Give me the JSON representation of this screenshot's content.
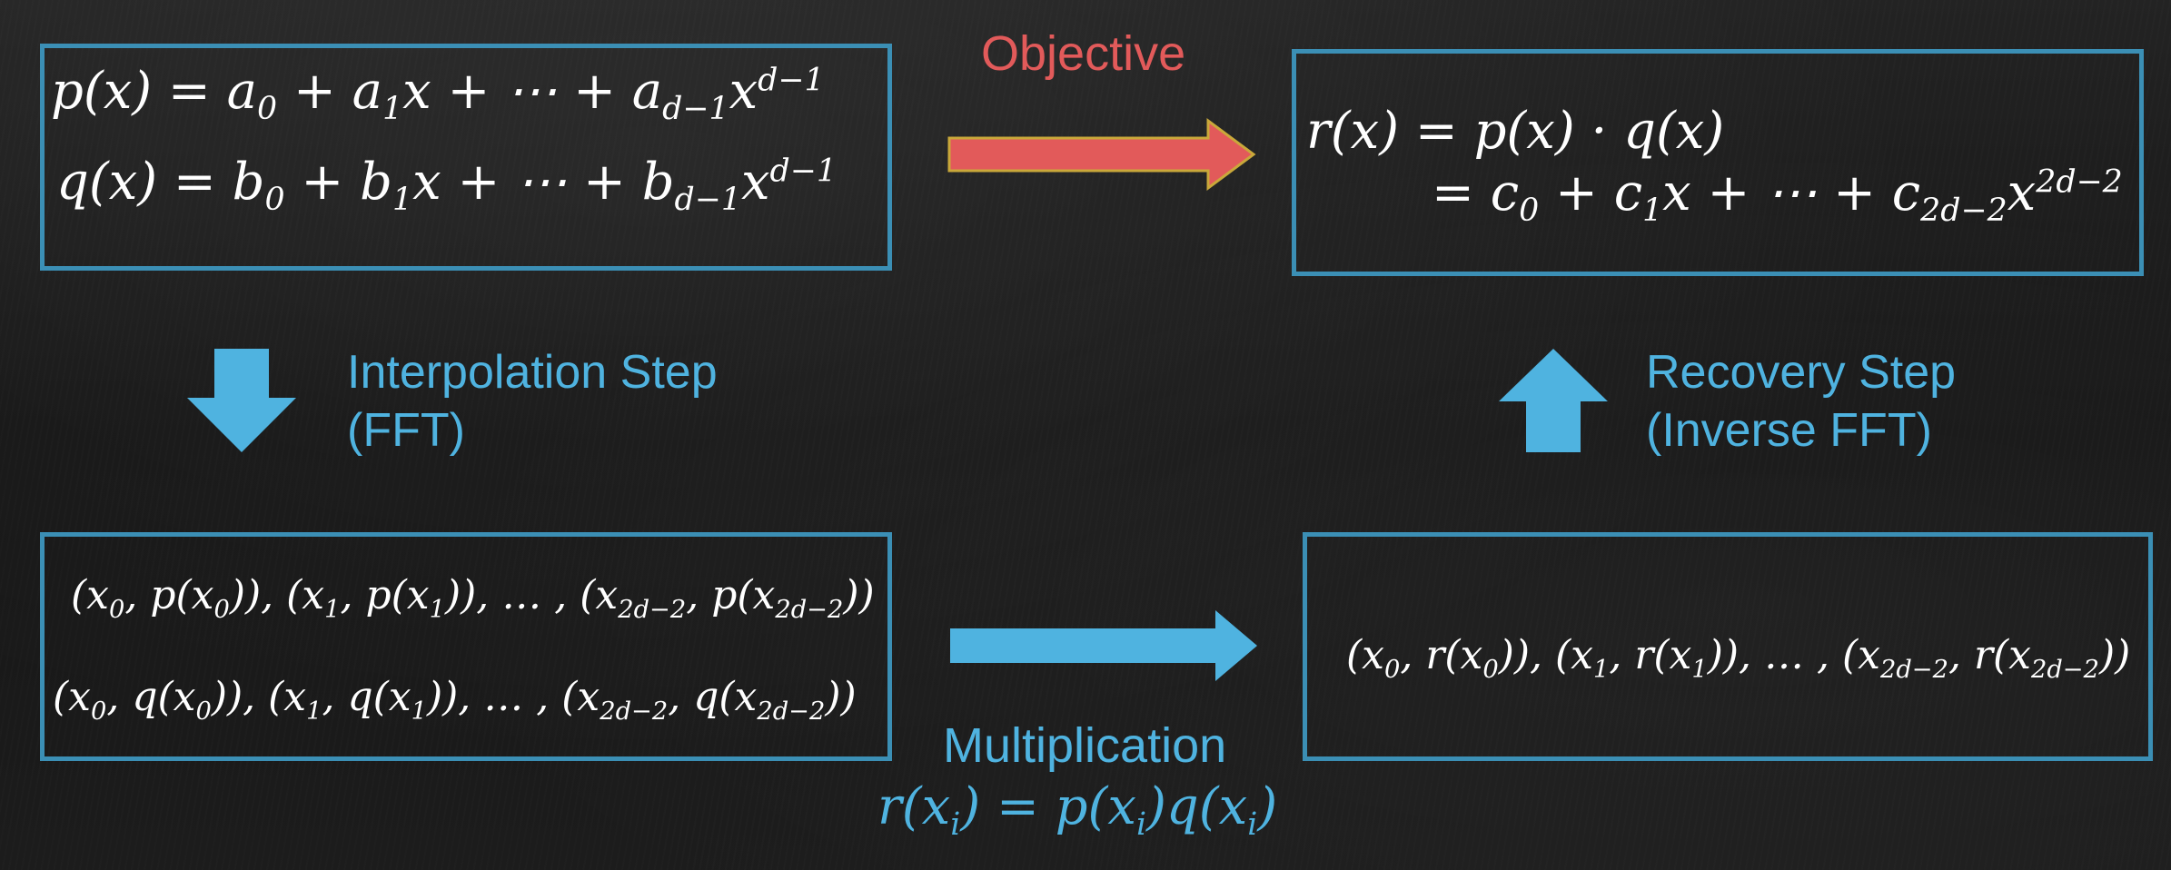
{
  "objective": {
    "label": "Objective",
    "color": "#e25a5a"
  },
  "input_box": {
    "p_eq": {
      "lhs": "p(x) = a",
      "s0": "0",
      "m1": " + a",
      "s1": "1",
      "m2": "x + ⋯ + a",
      "s2": "d−1",
      "m3": "x",
      "sup": "d−1"
    },
    "q_eq": {
      "lhs": "q(x) = b",
      "s0": "0",
      "m1": " + b",
      "s1": "1",
      "m2": "x + ⋯ + b",
      "s2": "d−1",
      "m3": "x",
      "sup": "d−1"
    }
  },
  "output_box": {
    "line1": "r(x) = p(x) · q(x)",
    "line2": {
      "lhs": "= c",
      "s0": "0",
      "m1": " + c",
      "s1": "1",
      "m2": "x + ⋯ + c",
      "s2": "2d−2",
      "m3": "x",
      "sup": "2d−2"
    }
  },
  "interpolation": {
    "line1": "Interpolation Step",
    "line2": "(FFT)"
  },
  "recovery": {
    "line1": "Recovery Step",
    "line2": "(Inverse FFT)"
  },
  "points_box": {
    "p_points": {
      "a": "(x",
      "s0": "0",
      "b": ", p(x",
      "s1": "0",
      "c": ")), (x",
      "s2": "1",
      "d": ", p(x",
      "s3": "1",
      "e": ")), … , (x",
      "s4": "2d−2",
      "f": ", p(x",
      "s5": "2d−2",
      "g": "))"
    },
    "q_points": {
      "a": "(x",
      "s0": "0",
      "b": ", q(x",
      "s1": "0",
      "c": ")), (x",
      "s2": "1",
      "d": ", q(x",
      "s3": "1",
      "e": ")), … , (x",
      "s4": "2d−2",
      "f": ", q(x",
      "s5": "2d−2",
      "g": "))"
    }
  },
  "r_points_box": {
    "r_points": {
      "a": "(x",
      "s0": "0",
      "b": ", r(x",
      "s1": "0",
      "c": ")), (x",
      "s2": "1",
      "d": ", r(x",
      "s3": "1",
      "e": ")), … , (x",
      "s4": "2d−2",
      "f": ", r(x",
      "s5": "2d−2",
      "g": "))"
    }
  },
  "multiplication": {
    "label": "Multiplication",
    "formula": {
      "a": "r(x",
      "s0": "i",
      "b": ") = p(x",
      "s1": "i",
      "c": ")q(x",
      "s2": "i",
      "d": ")"
    }
  },
  "colors": {
    "box_border": "#3b8fb5",
    "blue_text": "#4fb3e0",
    "red_arrow": "#e25a5a",
    "blue_arrow": "#4fb3e0"
  }
}
